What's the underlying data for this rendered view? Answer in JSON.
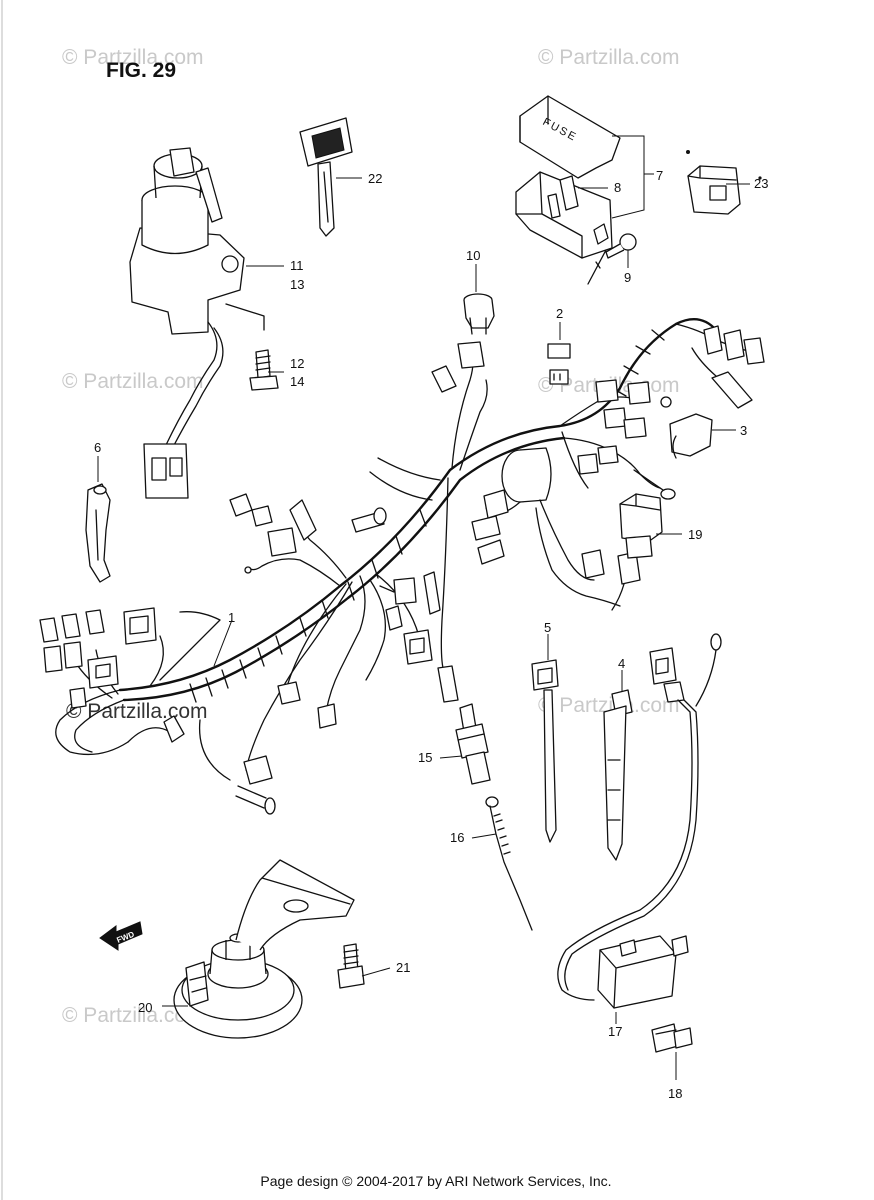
{
  "figure": {
    "title": "FIG. 29"
  },
  "callouts": [
    "1",
    "2",
    "3",
    "4",
    "5",
    "6",
    "7",
    "8",
    "9",
    "10",
    "11",
    "12",
    "13",
    "14",
    "15",
    "16",
    "17",
    "18",
    "19",
    "20",
    "21",
    "22",
    "23"
  ],
  "watermarks": [
    "© Partzilla.com",
    "© Partzilla.com",
    "© Partzilla.com",
    "© Partzilla.com",
    "© Partzilla.com",
    "© Partzilla.com",
    "© Partzilla.com"
  ],
  "labels": {
    "fuse": "FUSE",
    "fwd": "FWD"
  },
  "footer": {
    "credit": "Page design © 2004-2017 by ARI Network Services, Inc."
  }
}
